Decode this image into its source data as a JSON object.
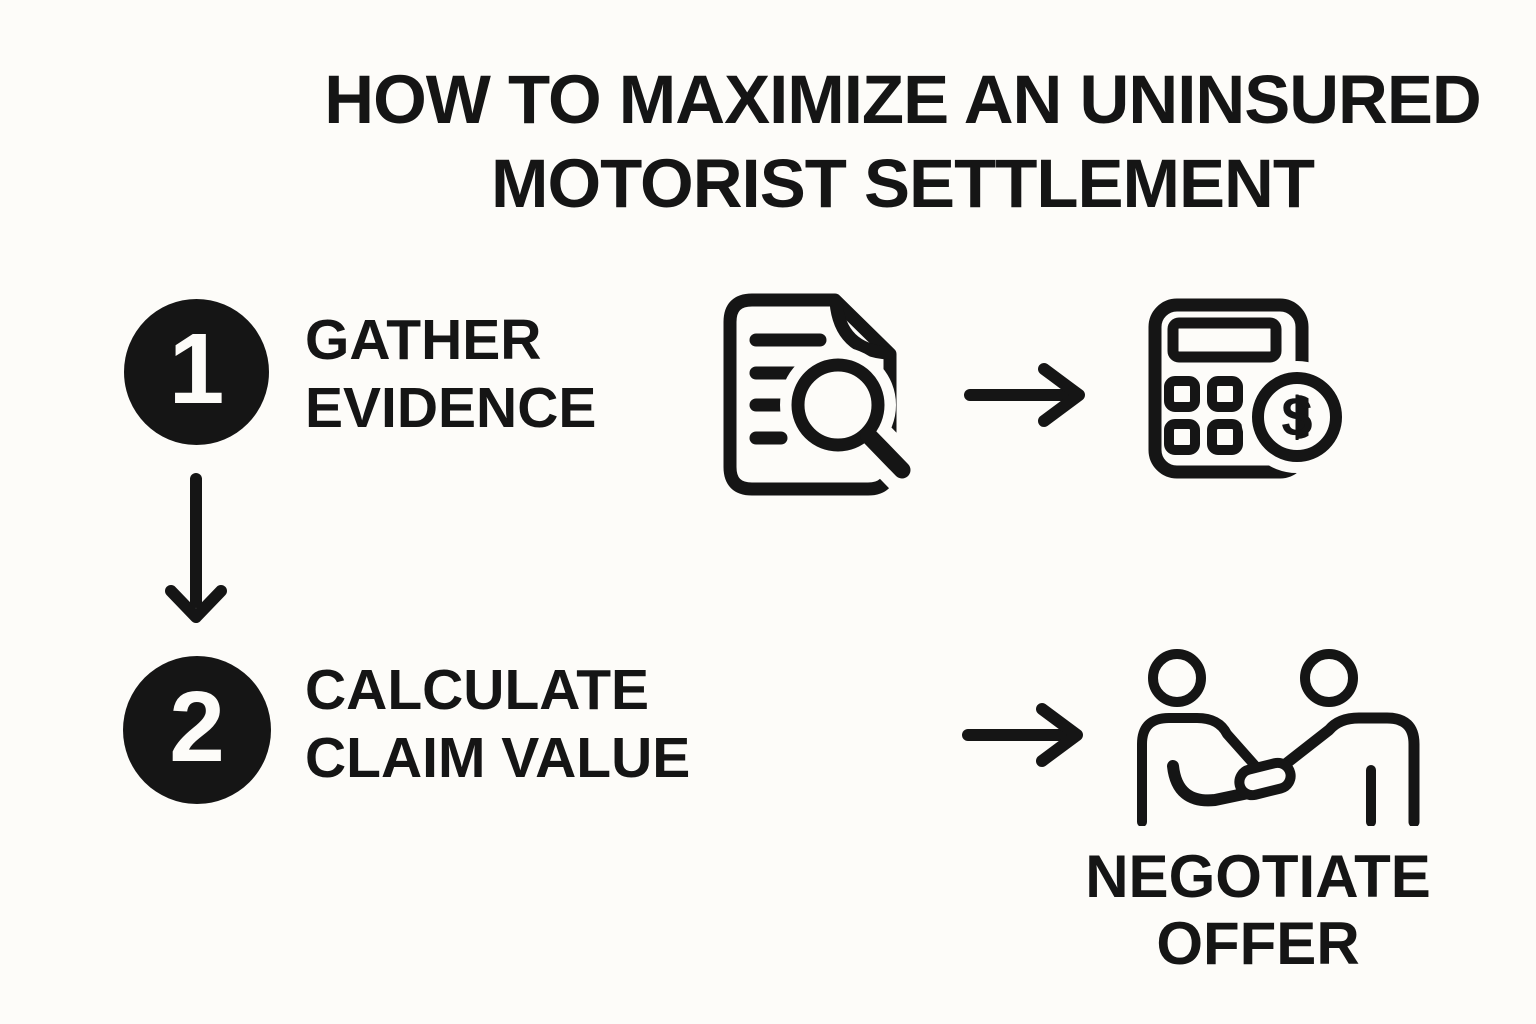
{
  "title": {
    "line1": "HOW TO MAXIMIZE AN UNINSURED",
    "line2": "MOTORIST SETTLEMENT"
  },
  "steps": [
    {
      "number": "1",
      "label_lines": [
        "GATHER",
        "EVIDENCE"
      ],
      "icon": "document-search-icon",
      "result_icon": "calculator-dollar-icon"
    },
    {
      "number": "2",
      "label_lines": [
        "CALCULATE",
        "CLAIM VALUE"
      ],
      "result_icon": "handshake-icon"
    }
  ],
  "negotiate": {
    "line1": "NEGOTIATE",
    "line2": "OFFER"
  },
  "calculator": {
    "currency_symbol": "$"
  },
  "connectors": [
    "arrow-right-icon",
    "arrow-down-icon",
    "arrow-right-icon"
  ],
  "colors": {
    "background": "#fdfcf9",
    "ink": "#151515"
  }
}
